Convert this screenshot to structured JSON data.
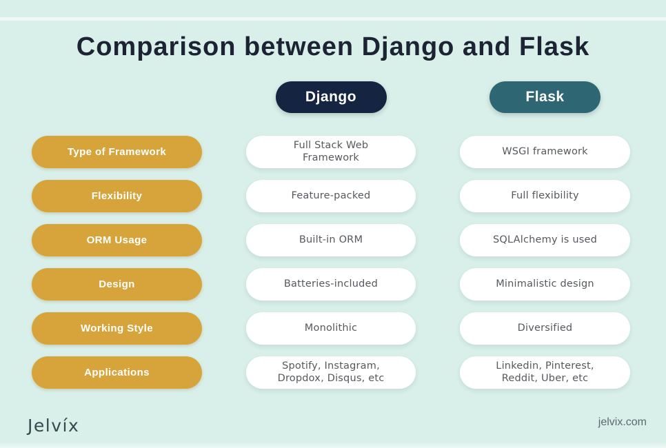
{
  "title": "Comparison between Django and Flask",
  "columns": [
    {
      "id": "django",
      "label": "Django"
    },
    {
      "id": "flask",
      "label": "Flask"
    }
  ],
  "rows": [
    {
      "label": "Type of Framework",
      "django": "Full Stack Web Framework",
      "flask": "WSGI framework"
    },
    {
      "label": "Flexibility",
      "django": "Feature-packed",
      "flask": "Full flexibility"
    },
    {
      "label": "ORM Usage",
      "django": "Built-in ORM",
      "flask": "SQLAlchemy is used"
    },
    {
      "label": "Design",
      "django": "Batteries-included",
      "flask": "Minimalistic design"
    },
    {
      "label": "Working Style",
      "django": "Monolithic",
      "flask": "Diversified"
    },
    {
      "label": "Applications",
      "django": "Spotify, Instagram, Dropdox, Disqus, etc",
      "flask": "Linkedin, Pinterest, Reddit, Uber, etc"
    }
  ],
  "footer": {
    "logo": "Jelvíx",
    "website": "jelvix.com"
  },
  "colors": {
    "bg": "#d9efe9",
    "navy": "#152440",
    "teal": "#2e6773",
    "gold": "#d7a43c",
    "title": "#1c2433",
    "pill-text": "#55595d",
    "footer-text": "#5b6a6e",
    "logo-color": "#35494e"
  }
}
